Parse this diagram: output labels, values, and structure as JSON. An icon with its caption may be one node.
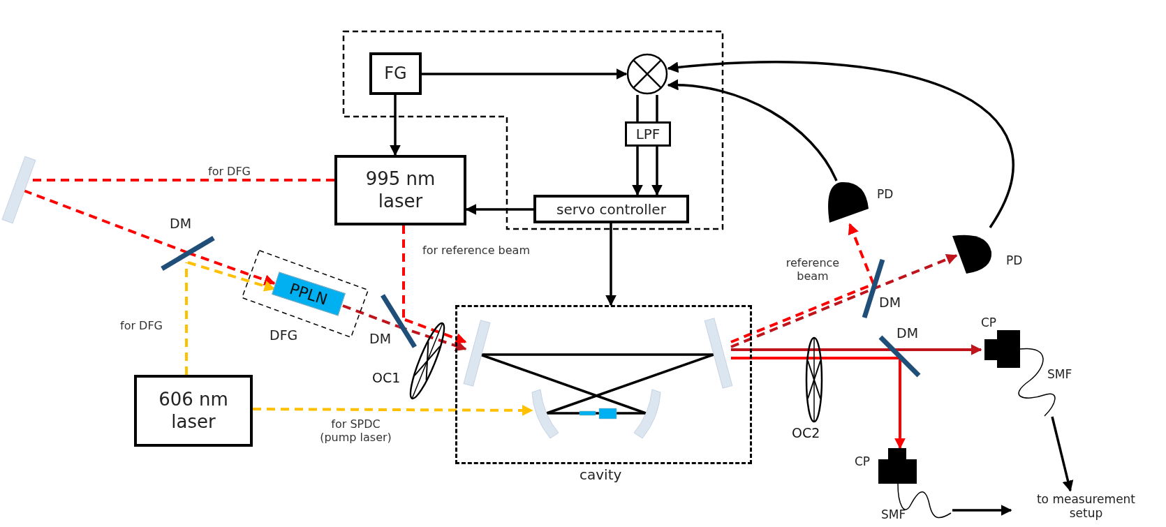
{
  "diagram": {
    "nodes": [
      {
        "text": [],
        "shape": "box"
      },
      {
        "text": [
          "FG"
        ],
        "in": 0
      },
      {
        "text": [],
        "shape": "circle",
        "in": 0
      },
      {
        "text": [
          "LPF"
        ],
        "in": 0
      },
      {
        "text": [
          "servo controller"
        ],
        "in": 0
      },
      {
        "text": [
          "995 nm laser"
        ]
      },
      {
        "text": [],
        "shape": "mirror"
      },
      {
        "text": [
          "DM"
        ]
      },
      {
        "text": [
          "DFG"
        ]
      },
      {
        "text": [
          "PPLN"
        ],
        "in": 8
      },
      {
        "text": [
          "DM"
        ]
      },
      {
        "text": [
          "606 nm laser"
        ]
      },
      {
        "text": [
          "cavity"
        ]
      },
      {
        "text": [],
        "shape": "mirror",
        "in": 12
      },
      {
        "text": [],
        "shape": "mirror",
        "in": 12
      },
      {
        "text": [],
        "shape": "mirror",
        "in": 12
      },
      {
        "text": [],
        "shape": "mirror",
        "in": 12
      },
      {
        "text": [
          "DM"
        ]
      },
      {
        "text": [
          "PD"
        ]
      },
      {
        "text": [
          "PD"
        ]
      },
      {
        "text": [
          "DM"
        ]
      },
      {
        "text": [
          "CP"
        ]
      },
      {
        "text": [
          "CP"
        ]
      },
      {
        "text": [
          "to measurement setup"
        ]
      },
      {
        "text": [
          "SMF"
        ]
      },
      {
        "text": [
          "SMF"
        ]
      }
    ],
    "edges": [
      {
        "from": 1,
        "to": 2,
        "arrow": "to"
      },
      {
        "from": 1,
        "to": 5,
        "arrow": "to"
      },
      {
        "from": 18,
        "to": 2,
        "arrow": "to"
      },
      {
        "from": 19,
        "to": 2,
        "arrow": "to"
      },
      {
        "from": 2,
        "to": 3,
        "arrow": "none"
      },
      {
        "from": 2,
        "to": 3,
        "arrow": "none"
      },
      {
        "from": 3,
        "to": 4,
        "arrow": "to"
      },
      {
        "from": 3,
        "to": 4,
        "arrow": "to"
      },
      {
        "from": 4,
        "to": 5,
        "arrow": "to"
      },
      {
        "from": 4,
        "to": 12,
        "arrow": "to"
      },
      {
        "from": 5,
        "to": 6,
        "arrow": "none",
        "label": "for DFG",
        "style": "dashed",
        "color": "#ff0000"
      },
      {
        "from": 6,
        "to": 7,
        "arrow": "none",
        "style": "dashed",
        "color": "#ff0000"
      },
      {
        "from": 7,
        "to": 9,
        "arrow": "to",
        "style": "dashed",
        "color": "#ff0000"
      },
      {
        "from": 11,
        "to": 7,
        "arrow": "none",
        "label": "for DFG",
        "style": "dashed",
        "color": "#ffc000"
      },
      {
        "from": 7,
        "to": 9,
        "arrow": "to",
        "style": "dashed",
        "color": "#ffc000"
      },
      {
        "from": 9,
        "to": 10,
        "arrow": "none",
        "style": "dashed",
        "color": "#c0141c"
      },
      {
        "from": 10,
        "to": 13,
        "arrow": "to",
        "style": "dashed",
        "color": "#c0141c"
      },
      {
        "from": 5,
        "to": 10,
        "arrow": "none",
        "label": "for reference beam",
        "style": "dashed",
        "color": "#ff0000"
      },
      {
        "from": 10,
        "to": 13,
        "arrow": "to",
        "style": "dashed",
        "color": "#ff0000"
      },
      {
        "from": 11,
        "to": 15,
        "arrow": "to",
        "label": "for SPDC (pump laser)",
        "style": "dashed",
        "color": "#ffc000"
      },
      {
        "from": 13,
        "to": 14,
        "arrow": "none"
      },
      {
        "from": 13,
        "to": 16,
        "arrow": "none"
      },
      {
        "from": 14,
        "to": 15,
        "arrow": "none"
      },
      {
        "from": 15,
        "to": 16,
        "arrow": "none"
      },
      {
        "from": 14,
        "to": 17,
        "arrow": "none",
        "style": "dashed",
        "color": "#ff0000"
      },
      {
        "from": 17,
        "to": 18,
        "arrow": "to",
        "style": "dashed",
        "color": "#ff0000"
      },
      {
        "from": 14,
        "to": 17,
        "arrow": "none",
        "style": "dashed",
        "color": "#c0141c"
      },
      {
        "from": 17,
        "to": 19,
        "arrow": "to",
        "style": "dashed",
        "color": "#c0141c"
      },
      {
        "from": 14,
        "to": 20,
        "arrow": "none",
        "color": "#c0141c"
      },
      {
        "from": 20,
        "to": 21,
        "arrow": "to",
        "color": "#c0141c"
      },
      {
        "from": 14,
        "to": 20,
        "arrow": "none",
        "color": "#ff0000"
      },
      {
        "from": 20,
        "to": 22,
        "arrow": "to",
        "color": "#ff0000"
      },
      {
        "from": 24,
        "to": 23,
        "arrow": "to"
      },
      {
        "from": 25,
        "to": 23,
        "arrow": "to"
      }
    ],
    "labels": [
      "reference beam",
      "OC1",
      "OC2"
    ]
  }
}
